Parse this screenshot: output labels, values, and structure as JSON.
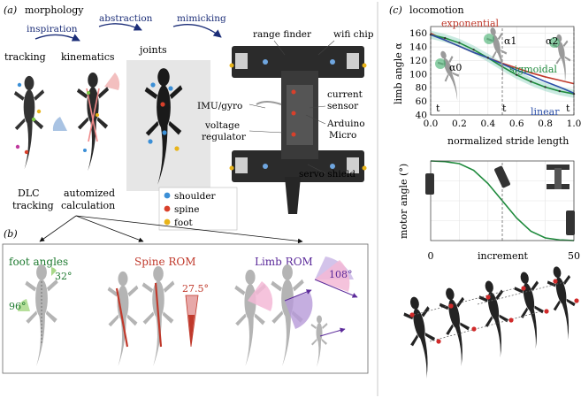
{
  "panel_a": {
    "label": "(a)",
    "title": "morphology",
    "arrows": {
      "inspiration": "inspiration",
      "abstraction": "abstraction",
      "mimicking": "mimicking"
    },
    "stages": {
      "tracking": "tracking",
      "kinematics": "kinematics",
      "joints": "joints"
    },
    "bottom": {
      "dlc_1": "DLC",
      "dlc_2": "tracking",
      "auto_1": "automized",
      "auto_2": "calculation"
    },
    "legend": [
      {
        "label": "shoulder",
        "color": "#3b8fd6"
      },
      {
        "label": "spine",
        "color": "#d8402b"
      },
      {
        "label": "foot",
        "color": "#e8b41a"
      }
    ],
    "robot_labels": {
      "range_finder": "range finder",
      "wifi_chip": "wifi chip",
      "imu": "IMU/gyro",
      "voltage_1": "voltage",
      "voltage_2": "regulator",
      "current_1": "current",
      "current_2": "sensor",
      "arduino_1": "Arduino",
      "arduino_2": "Micro",
      "servo": "servo shield"
    }
  },
  "panel_b": {
    "label": "(b)",
    "foot_title": "foot angles",
    "spine_title": "Spine ROM",
    "limb_title": "Limb ROM",
    "foot_angle_1": "32°",
    "foot_angle_2": "96°",
    "spine_angle": "27.5°",
    "limb_angle": "108°"
  },
  "panel_c": {
    "label": "(c)",
    "title": "locomotion",
    "curve_labels": {
      "exponential": "exponential",
      "sigmoidal": "sigmoidal",
      "linear": "linear"
    },
    "poses": {
      "a0": "α0",
      "a1": "α1",
      "a2": "α2",
      "t": "t"
    },
    "colors": {
      "exponential": "#c0392b",
      "sigmoidal": "#1e8a3c",
      "linear": "#2b4fa8",
      "band": "#9fd9c9"
    }
  },
  "chart_data": [
    {
      "type": "line",
      "xlabel": "normalized stride length",
      "ylabel": "limb angle α",
      "xlim": [
        0.0,
        1.0
      ],
      "ylim": [
        40,
        170
      ],
      "xticks": [
        "0.0",
        "0.2",
        "0.4",
        "0.6",
        "0.8",
        "1.0"
      ],
      "yticks": [
        "40",
        "60",
        "80",
        "100",
        "120",
        "140",
        "160"
      ],
      "grid": true,
      "x": [
        0.0,
        0.1,
        0.2,
        0.3,
        0.4,
        0.5,
        0.6,
        0.7,
        0.8,
        0.9,
        1.0
      ],
      "series": [
        {
          "name": "exponential",
          "values": [
            160,
            150,
            141,
            132,
            124,
            116,
            109,
            102,
            96,
            91,
            86
          ]
        },
        {
          "name": "sigmoidal",
          "values": [
            158,
            153,
            146,
            136,
            124,
            111,
            99,
            89,
            81,
            75,
            71
          ]
        },
        {
          "name": "linear",
          "values": [
            158,
            150,
            141,
            132,
            124,
            115,
            106,
            98,
            89,
            81,
            72
          ]
        }
      ]
    },
    {
      "type": "line",
      "xlabel": "increment",
      "ylabel": "motor angle (°)",
      "xlim": [
        0,
        50
      ],
      "ylim": [
        0,
        60
      ],
      "xticks": [
        "0",
        "50"
      ],
      "grid": true,
      "x": [
        0,
        5,
        10,
        15,
        20,
        25,
        30,
        35,
        40,
        45,
        50
      ],
      "series": [
        {
          "values": [
            60,
            59.5,
            58,
            53,
            43,
            30,
            17,
            7,
            2,
            0.5,
            0
          ]
        }
      ]
    }
  ]
}
